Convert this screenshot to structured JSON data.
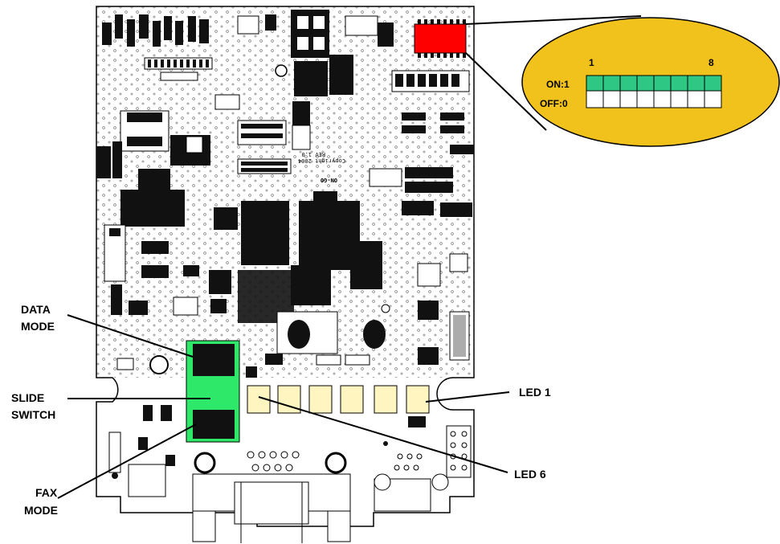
{
  "labels": {
    "data_mode_line1": "DATA",
    "data_mode_line2": "MODE",
    "slide_switch_line1": "SLIDE",
    "slide_switch_line2": "SWITCH",
    "fax_mode_line1": "FAX",
    "fax_mode_line2": "MODE",
    "led1": "LED 1",
    "led6": "LED 6"
  },
  "dip_switch": {
    "pos_first": "1",
    "pos_last": "8",
    "on_label": "ON:1",
    "off_label": "OFF:0",
    "count": 8
  },
  "board_text": {
    "logo": "ON-GO",
    "copyright": "Copyright 2004",
    "rev": "REV 1.0"
  },
  "colors": {
    "dip_highlight": "#ff0000",
    "slide_switch": "#2ee86a",
    "led_pad": "#fff5c0",
    "callout_bubble": "#f2c21c",
    "dip_on": "#2ec884",
    "board_outline": "#000000"
  }
}
